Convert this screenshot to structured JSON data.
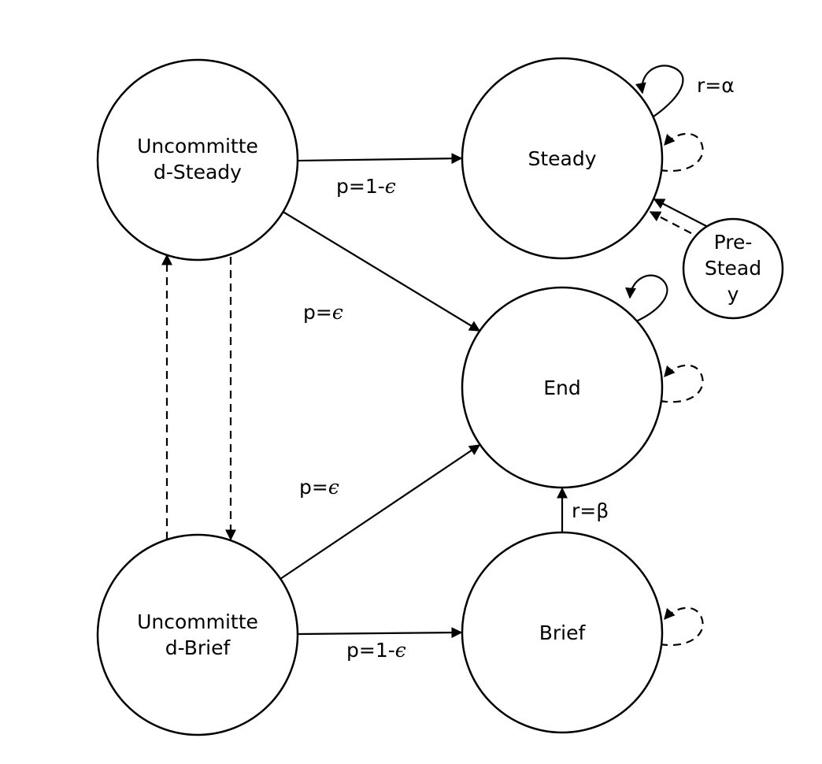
{
  "nodes": {
    "uncommitted_steady": {
      "lines": [
        "Uncommitte",
        "d-Steady"
      ]
    },
    "steady": {
      "lines": [
        "Steady"
      ]
    },
    "pre_steady": {
      "lines": [
        "Pre-",
        "Stead",
        "y"
      ]
    },
    "end": {
      "lines": [
        "End"
      ]
    },
    "uncommitted_brief": {
      "lines": [
        "Uncommitte",
        "d-Brief"
      ]
    },
    "brief": {
      "lines": [
        "Brief"
      ]
    }
  },
  "edges": {
    "us_to_steady": {
      "prefix": "p=1-",
      "symbol": "ϵ"
    },
    "us_to_end": {
      "prefix": "p=",
      "symbol": "ϵ"
    },
    "ub_to_end": {
      "prefix": "p=",
      "symbol": "ϵ"
    },
    "ub_to_brief": {
      "prefix": "p=1-",
      "symbol": "ϵ"
    },
    "steady_self": {
      "text": "r=α"
    },
    "brief_to_end": {
      "text": "r=β"
    }
  }
}
